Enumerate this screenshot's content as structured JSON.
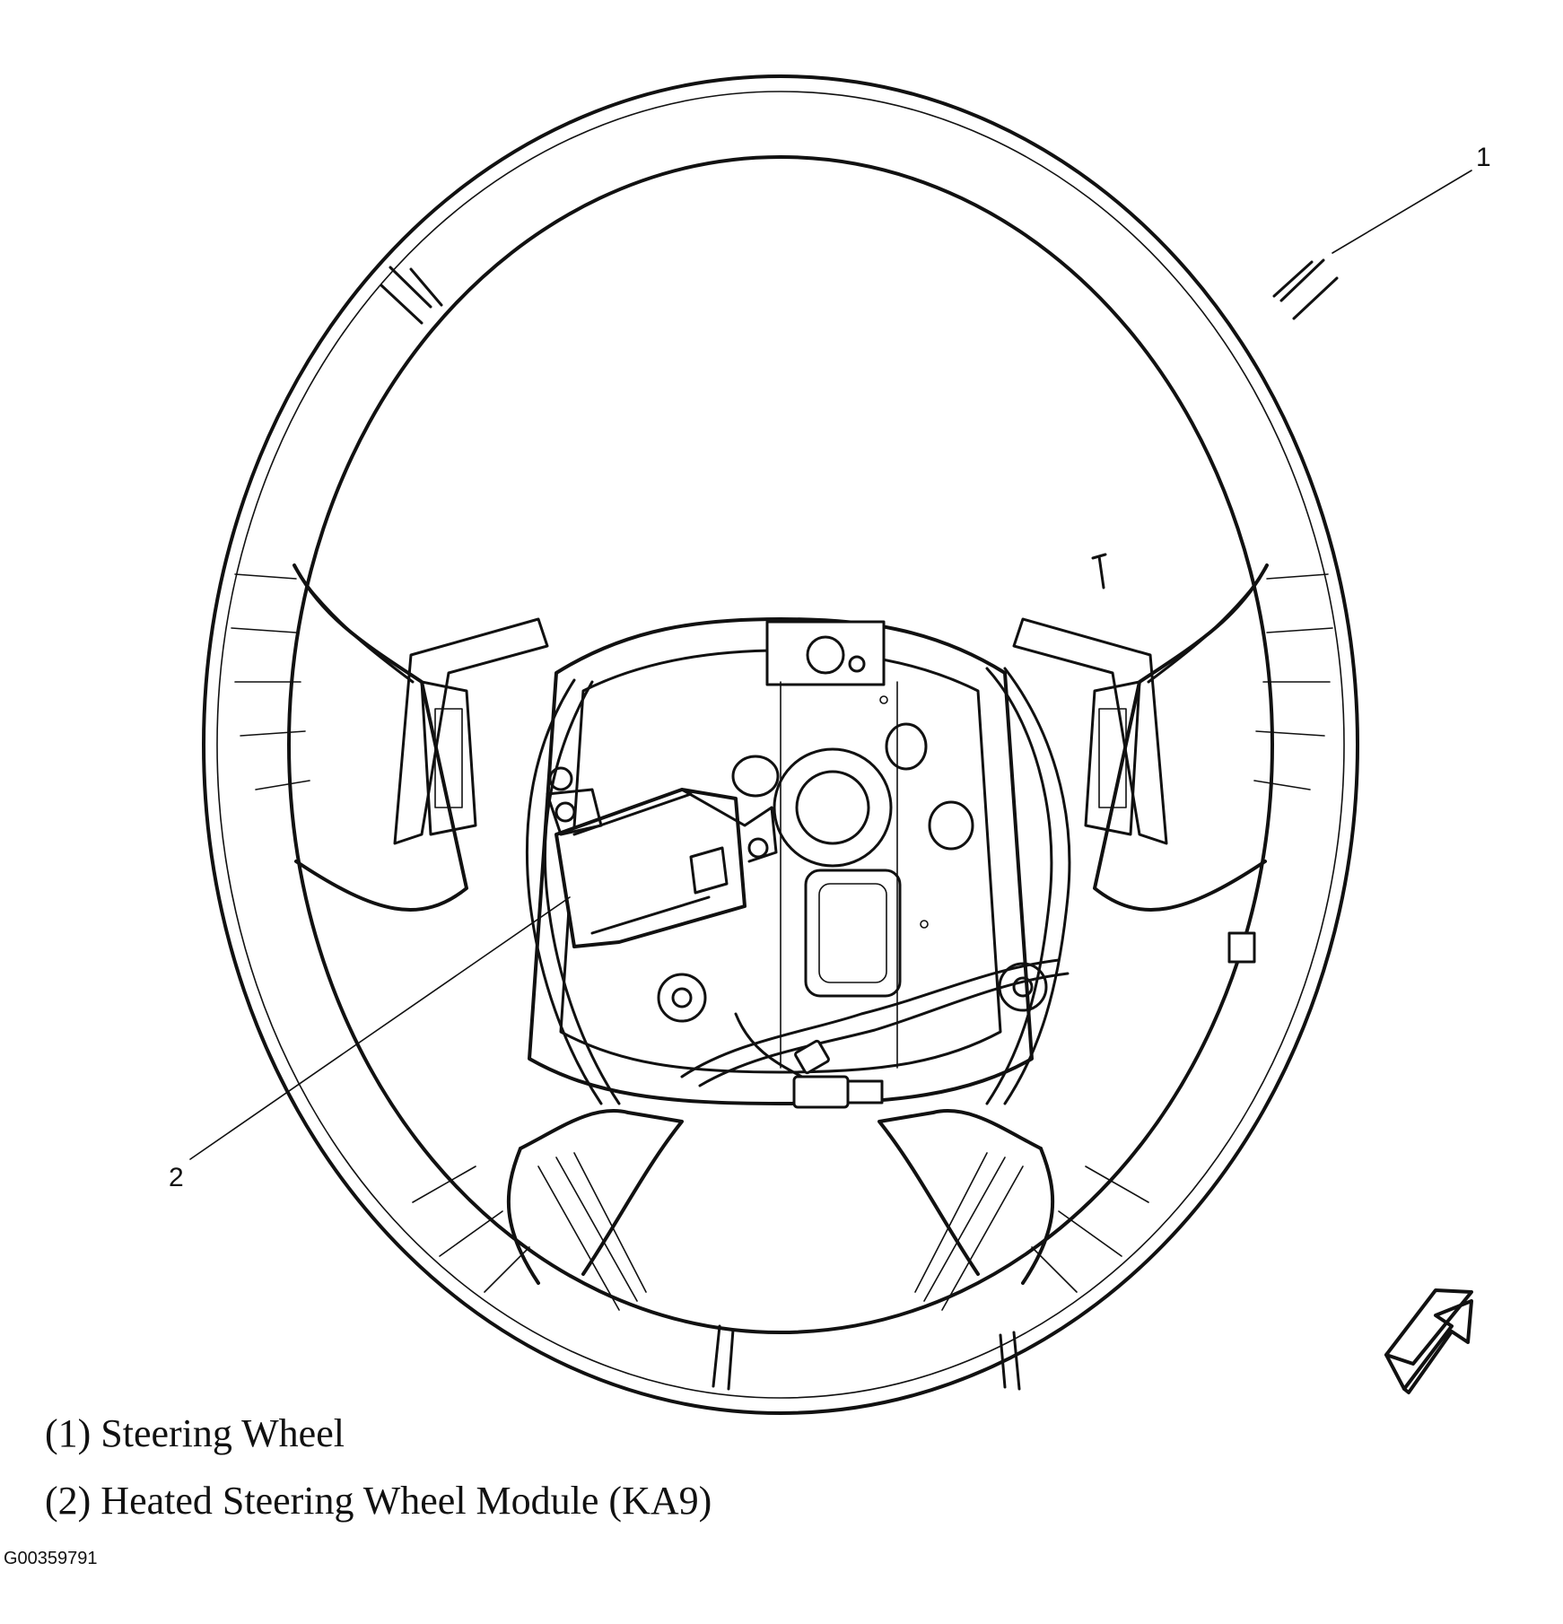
{
  "callouts": [
    {
      "number": "1",
      "label": "Steering Wheel"
    },
    {
      "number": "2",
      "label": "Heated Steering Wheel Module (KA9)"
    }
  ],
  "legend": [
    "(1) Steering Wheel",
    "(2) Heated Steering Wheel Module (KA9)"
  ],
  "figure_id": "G00359791",
  "colors": {
    "ink": "#111111",
    "background": "#ffffff"
  },
  "icons": [
    "view-direction-arrow-icon"
  ]
}
